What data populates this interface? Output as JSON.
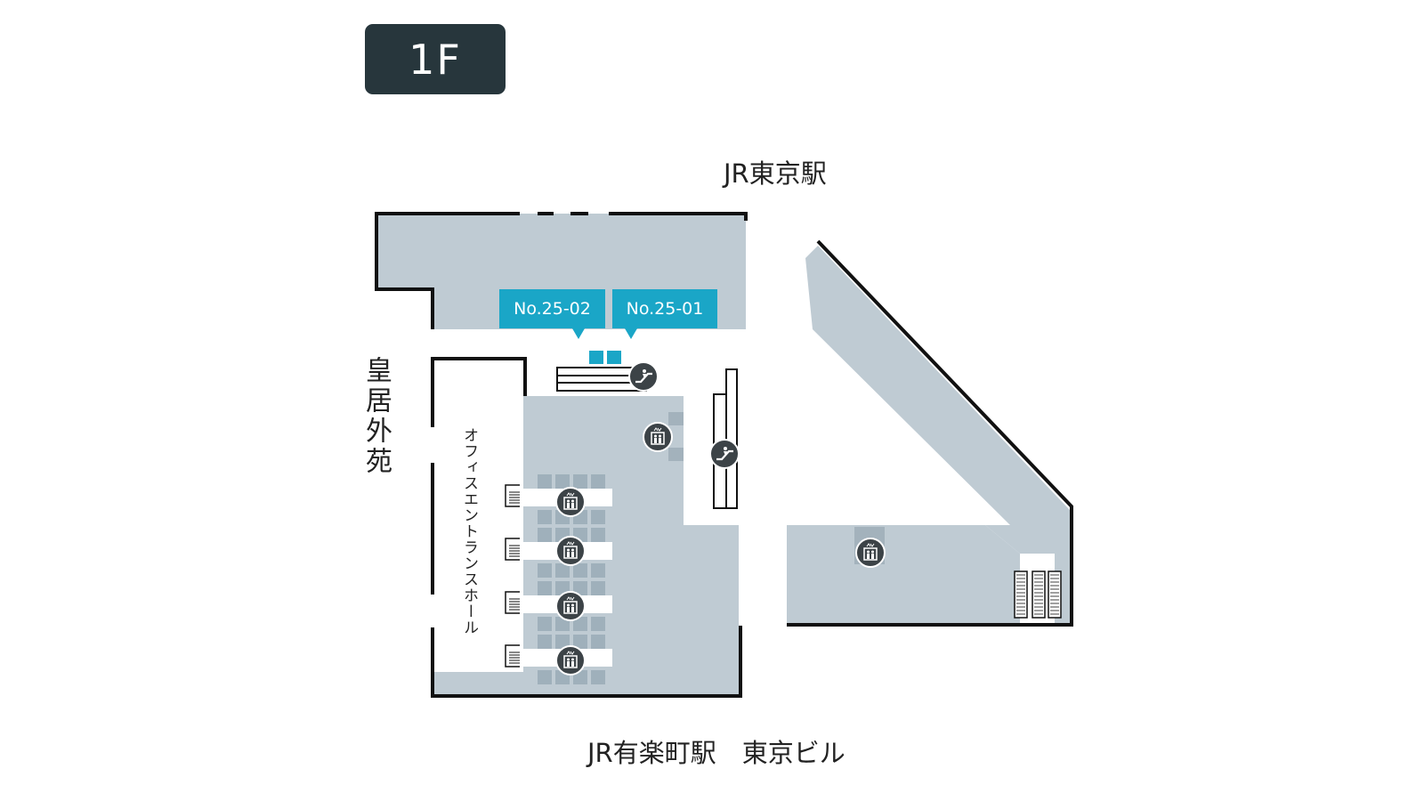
{
  "floor": {
    "label": "1F"
  },
  "labels": {
    "north": "JR東京駅",
    "south": "JR有楽町駅　東京ビル",
    "west": "皇居外苑",
    "hall": "オフィスエントランスホール"
  },
  "lockers": [
    {
      "id": "No.25-02"
    },
    {
      "id": "No.25-01"
    }
  ],
  "icons": {
    "escalator": "escalator-icon",
    "elevator": "elevator-icon"
  },
  "colors": {
    "floor": "#bfcbd3",
    "wall": "#111111",
    "badge": "#27363c",
    "locker": "#1aa6c7",
    "icon": "#3c4347",
    "grid": "#9fb0bb"
  }
}
